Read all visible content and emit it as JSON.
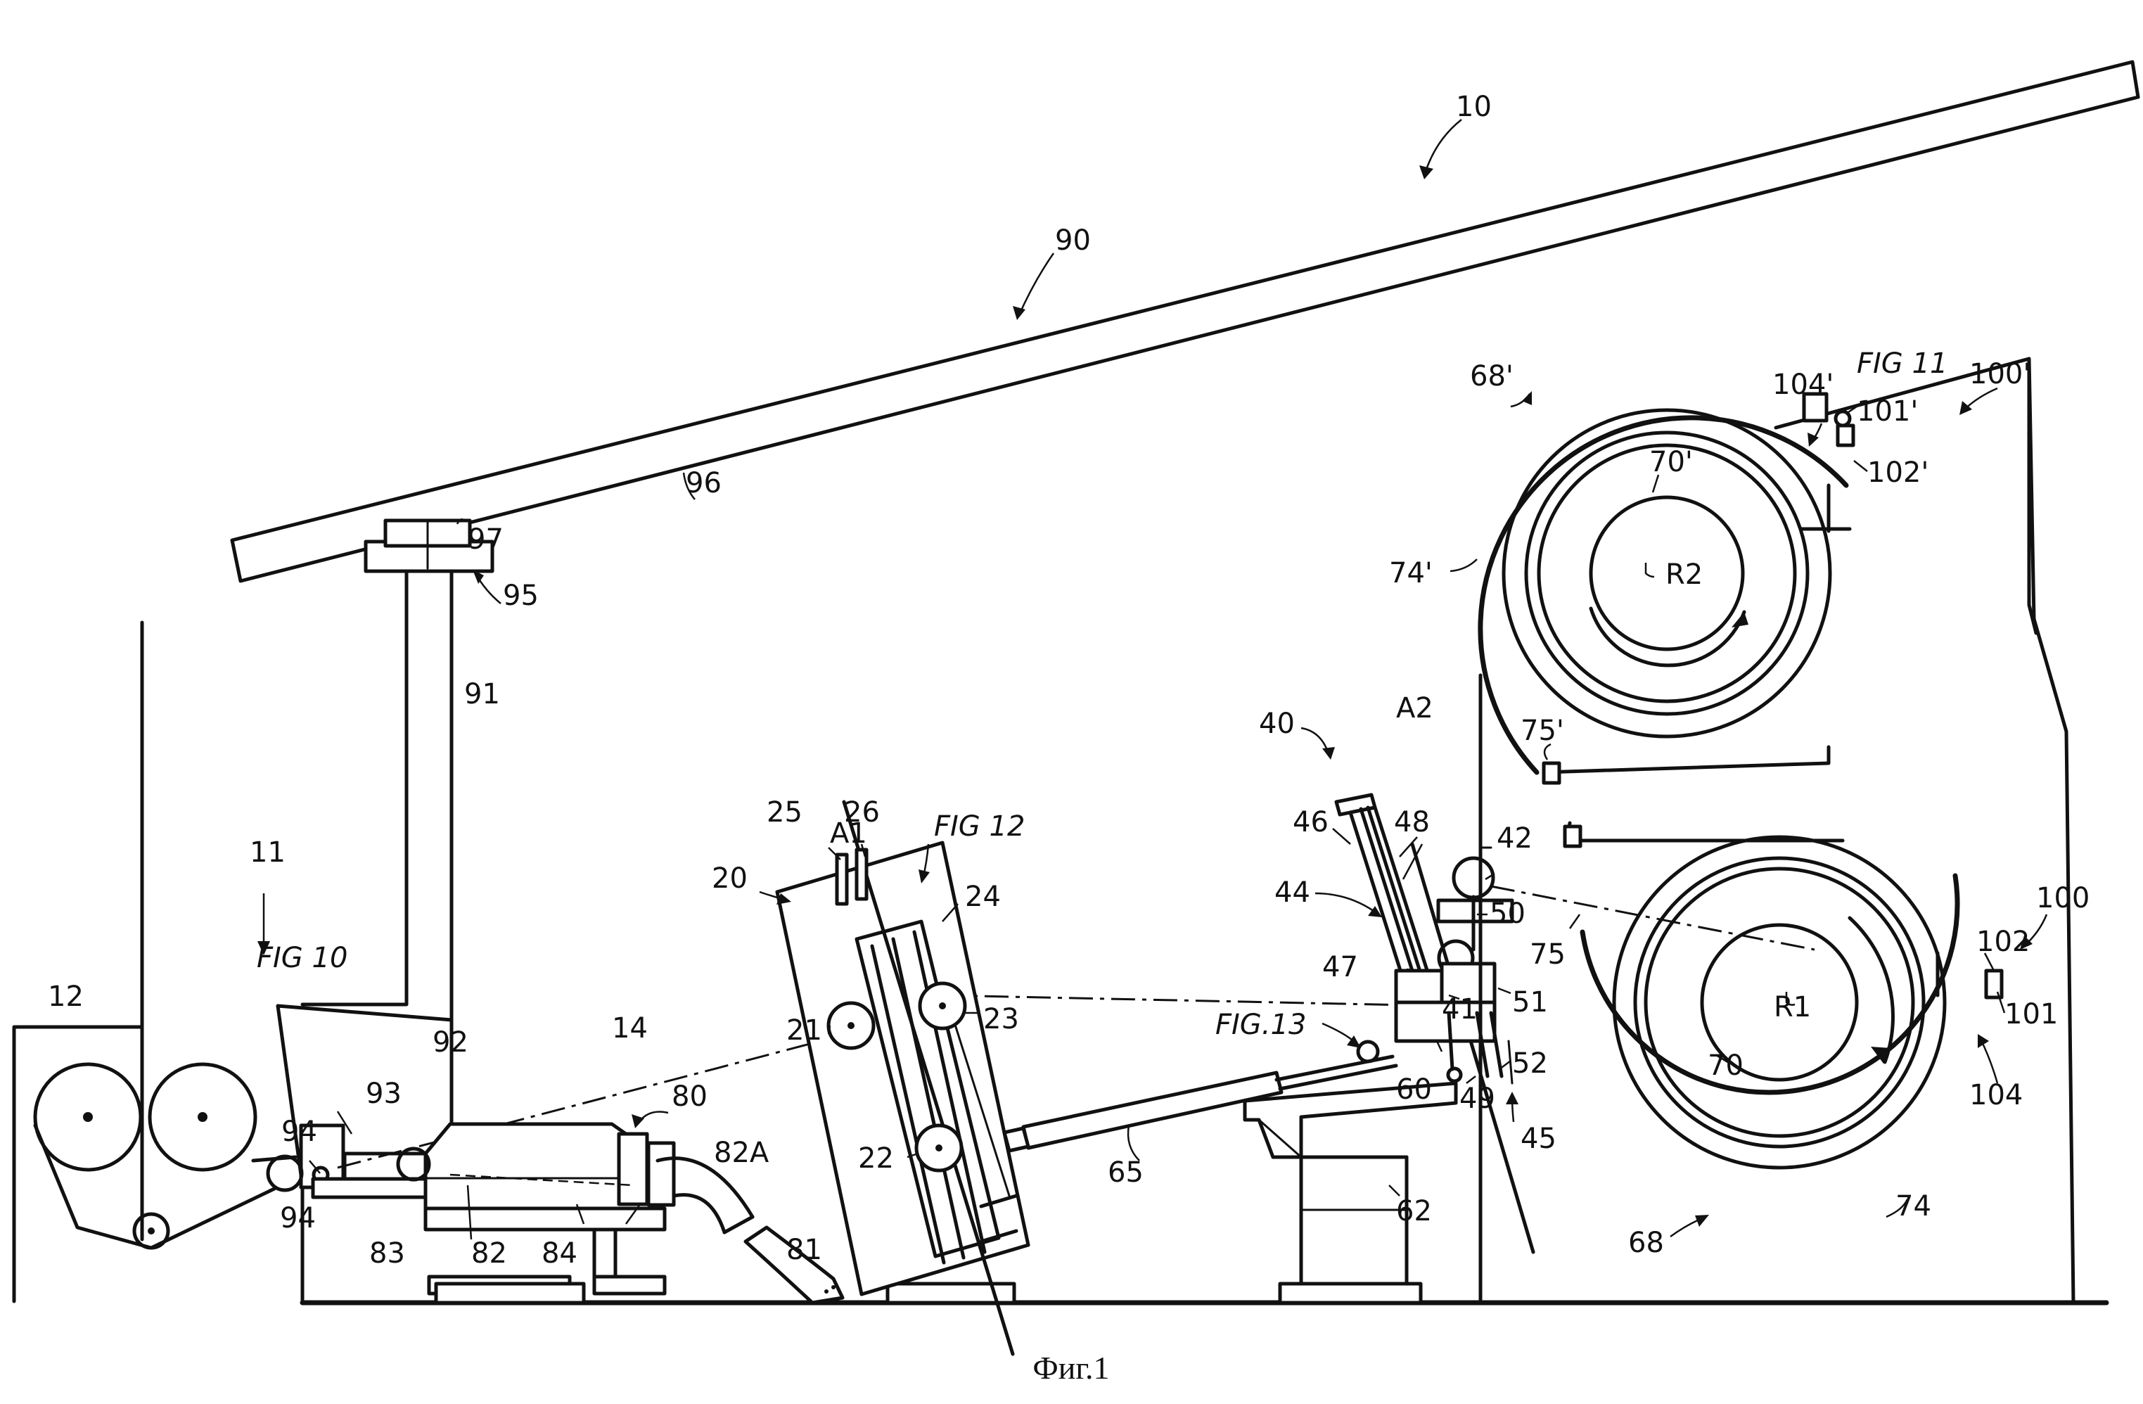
{
  "caption": "Фиг.1",
  "labels": {
    "n10": "10",
    "n90": "90",
    "n96": "96",
    "n97": "97",
    "n95": "95",
    "n91": "91",
    "n11": "11",
    "fig10": "FIG 10",
    "n12": "12",
    "n92": "92",
    "n93": "93",
    "n94a": "94",
    "n94b": "94",
    "n14": "14",
    "n80": "80",
    "n82A": "82A",
    "n81": "81",
    "n82": "82",
    "n83": "83",
    "n84": "84",
    "nA1": "A1",
    "n20": "20",
    "n25": "25",
    "n26": "26",
    "fig12": "FIG 12",
    "n24": "24",
    "n23": "23",
    "n21": "21",
    "n22": "22",
    "n65": "65",
    "n40": "40",
    "nA2": "A2",
    "n46": "46",
    "n48": "48",
    "n42": "42",
    "n44": "44",
    "n50": "50",
    "n47": "47",
    "n41": "41",
    "n51": "51",
    "fig13": "FIG.13",
    "n60": "60",
    "n52": "52",
    "n49": "49",
    "n45": "45",
    "n62": "62",
    "n68p": "68'",
    "n74p": "74'",
    "n70p": "70'",
    "nR2": "R2",
    "n75p": "75'",
    "n104p": "104'",
    "fig11": "FIG 11",
    "n100p": "100'",
    "n101p": "101'",
    "n102p": "102'",
    "n75": "75",
    "nR1": "R1",
    "n70": "70",
    "n100": "100",
    "n102": "102",
    "n101": "101",
    "n104": "104",
    "n74": "74",
    "n68": "68"
  }
}
